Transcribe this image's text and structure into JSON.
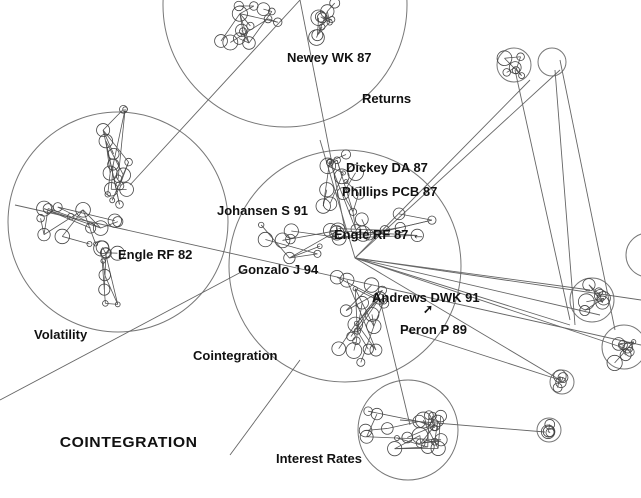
{
  "title": "COINTEGRATION",
  "clusters": {
    "returns": "Returns",
    "volatility": "Volatility",
    "cointegration": "Cointegration",
    "interest_rates": "Interest Rates"
  },
  "authors": {
    "newey": "Newey WK 87",
    "dickey": "Dickey DA 87",
    "phillips": "Phillips PCB 87",
    "johansen": "Johansen S 91",
    "engle87": "Engle RF 87",
    "engle82": "Engle RF 82",
    "gonzalo": "Gonzalo J 94",
    "andrews": "Andrews DWK 91",
    "peron": "Peron P 89"
  },
  "markers": {
    "engle87_arrow": "←",
    "andrews_arrow": "➚"
  }
}
